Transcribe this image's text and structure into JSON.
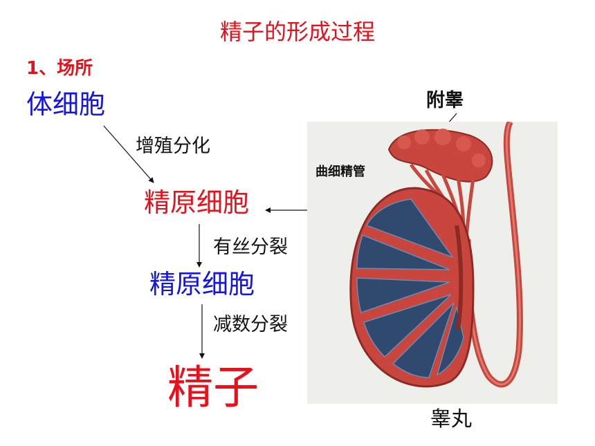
{
  "title": "精子的形成过程",
  "subtitle": "1、场所",
  "flow": [
    {
      "cell": "体细胞",
      "process": "增殖分化"
    },
    {
      "cell": "精原细胞",
      "process": "有丝分裂"
    },
    {
      "cell": "精原细胞",
      "process": "减数分裂"
    },
    {
      "cell": "精子"
    }
  ],
  "labels": {
    "epididymis": "附睾",
    "seminiferous_tubule": "曲细精管",
    "testis": "睾丸"
  },
  "colors": {
    "red_text": "#e8101a",
    "blue_text": "#1414e6",
    "tissue": "#c8463e",
    "lumen": "#2f4a6e"
  }
}
